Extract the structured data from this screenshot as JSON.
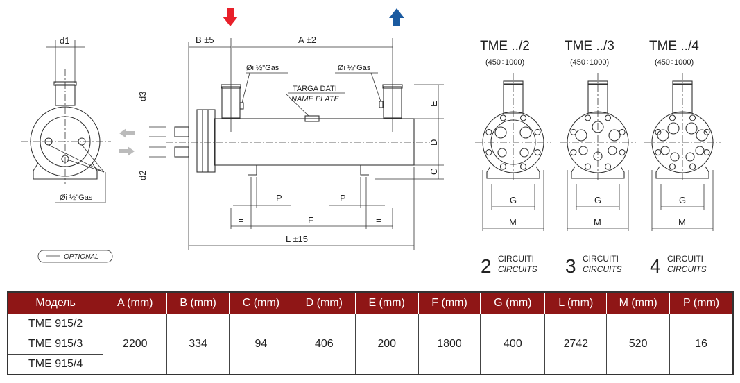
{
  "drawing": {
    "side_view": {
      "d1_label": "d1",
      "gas_label": "Øi ½\"Gas"
    },
    "main_view": {
      "b_label": "B ±5",
      "a_label": "A ±2",
      "gas_left": "Øi ½\"Gas",
      "gas_right": "Øi ½\"Gas",
      "plate_it": "TARGA DATI",
      "plate_en": "NAME PLATE",
      "d3_label": "d3",
      "d2_label": "d2",
      "e_label": "E",
      "d_label": "D",
      "c_label": "C",
      "p_left": "P",
      "p_right": "P",
      "eq_left": "=",
      "eq_right": "=",
      "f_label": "F",
      "l_label": "L ±15",
      "inlet_color": "#e8202a",
      "outlet_color": "#1a5aa0"
    },
    "optional_label": "OPTIONAL",
    "variants": [
      {
        "title": "TME ../2",
        "range": "(450÷1000)",
        "number": "2",
        "it": "CIRCUITI",
        "en": "CIRCUITS",
        "g": "G",
        "m": "M"
      },
      {
        "title": "TME ../3",
        "range": "(450÷1000)",
        "number": "3",
        "it": "CIRCUITI",
        "en": "CIRCUITS",
        "g": "G",
        "m": "M"
      },
      {
        "title": "TME ../4",
        "range": "(450÷1000)",
        "number": "4",
        "it": "CIRCUITI",
        "en": "CIRCUITS",
        "g": "G",
        "m": "M"
      }
    ]
  },
  "table": {
    "header_color": "#8f1616",
    "headers": [
      "Модель",
      "A (mm)",
      "B (mm)",
      "C (mm)",
      "D (mm)",
      "E (mm)",
      "F (mm)",
      "G (mm)",
      "L (mm)",
      "M (mm)",
      "P (mm)"
    ],
    "models": [
      "TME 915/2",
      "TME 915/3",
      "TME 915/4"
    ],
    "values": [
      "2200",
      "334",
      "94",
      "406",
      "200",
      "1800",
      "400",
      "2742",
      "520",
      "16"
    ]
  }
}
